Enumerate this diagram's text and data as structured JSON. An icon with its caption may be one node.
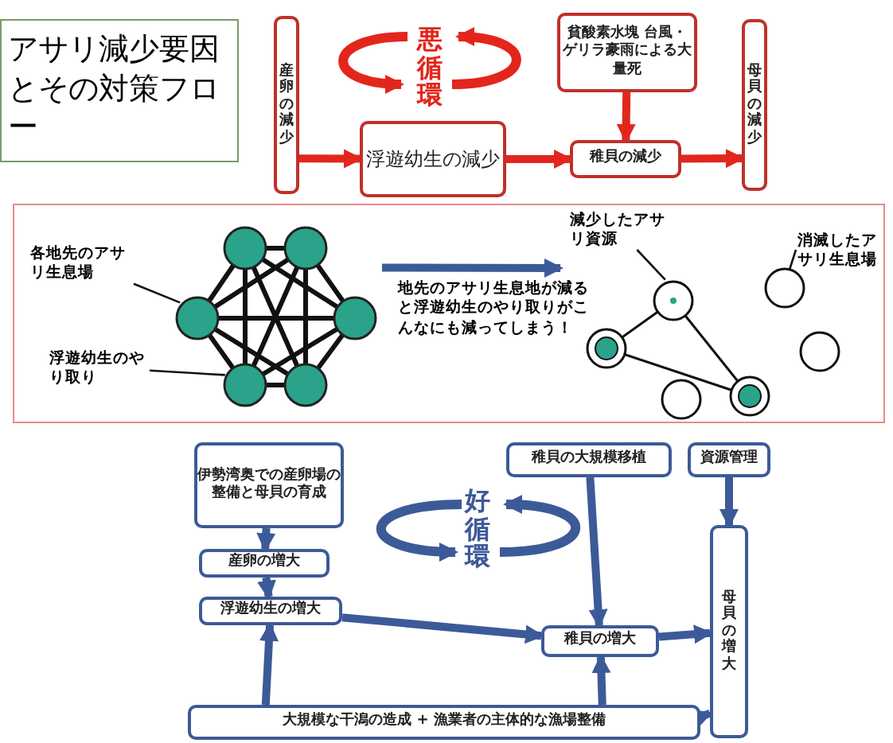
{
  "diagram": {
    "title": "アサリ減少要因とその対策フロー",
    "nodes": [
      {
        "text": [
          "産卵の減少"
        ]
      },
      {
        "text": [
          "貧酸素水塊 台風・ゲリラ豪雨による大量死"
        ]
      },
      {
        "text": [
          "浮遊幼生の減少"
        ]
      },
      {
        "text": [
          "稚貝の減少"
        ]
      },
      {
        "text": [
          "母貝の減少"
        ]
      },
      {
        "text": [],
        "shape": "box"
      },
      {
        "text": [
          "各地先のアサリ生息場"
        ],
        "in": 5
      },
      {
        "text": [
          "浮遊幼生のやり取り"
        ],
        "in": 5
      },
      {
        "text": [],
        "shape": "picture",
        "in": 5
      },
      {
        "text": [
          "減少したアサリ資源"
        ],
        "in": 5
      },
      {
        "text": [
          "消滅したアサリ生息場"
        ],
        "in": 5
      },
      {
        "text": [],
        "shape": "picture",
        "in": 5
      },
      {
        "text": [
          "伊勢湾奥での産卵場の整備と母貝の育成"
        ]
      },
      {
        "text": [
          "産卵の増大"
        ]
      },
      {
        "text": [
          "浮遊幼生の増大"
        ]
      },
      {
        "text": [
          "稚貝の大規模移植"
        ]
      },
      {
        "text": [
          "資源管理"
        ]
      },
      {
        "text": [
          "稚貝の増大"
        ]
      },
      {
        "text": [
          "母貝の増大"
        ]
      },
      {
        "text": [
          "大規模な干潟の造成 + 漁業者の主体的な漁場整備"
        ]
      }
    ],
    "edges": [
      {
        "from": 0,
        "to": 2,
        "arrow": "to",
        "color": "#e3261c"
      },
      {
        "from": 2,
        "to": 3,
        "arrow": "to",
        "color": "#e3261c"
      },
      {
        "from": 1,
        "to": 3,
        "arrow": "to",
        "color": "#e3261c"
      },
      {
        "from": 3,
        "to": 4,
        "arrow": "to",
        "color": "#e3261c"
      },
      {
        "from": 6,
        "to": 8,
        "arrow": "none",
        "color": "#111111"
      },
      {
        "from": 7,
        "to": 8,
        "arrow": "none",
        "color": "#111111"
      },
      {
        "from": 8,
        "to": 11,
        "arrow": "to",
        "label": "地先のアサリ生息地が減ると浮遊幼生のやり取りがこんなにも減ってしまう！"
      },
      {
        "from": 9,
        "to": 11,
        "arrow": "none",
        "color": "#111111"
      },
      {
        "from": 10,
        "to": 11,
        "arrow": "none",
        "color": "#111111"
      },
      {
        "from": 12,
        "to": 13,
        "arrow": "to"
      },
      {
        "from": 13,
        "to": 14,
        "arrow": "to"
      },
      {
        "from": 19,
        "to": 14,
        "arrow": "to"
      },
      {
        "from": 14,
        "to": 17,
        "arrow": "to"
      },
      {
        "from": 15,
        "to": 17,
        "arrow": "to"
      },
      {
        "from": 16,
        "to": 18,
        "arrow": "to"
      },
      {
        "from": 17,
        "to": 18,
        "arrow": "to"
      },
      {
        "from": 19,
        "to": 17,
        "arrow": "to"
      },
      {
        "from": 19,
        "to": 18,
        "arrow": "to"
      }
    ],
    "labels": [
      "悪循環",
      "好循環"
    ]
  }
}
